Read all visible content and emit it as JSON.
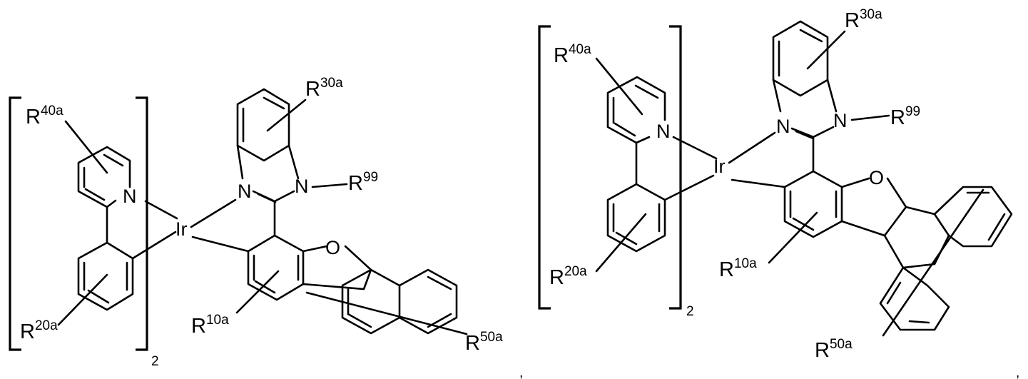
{
  "structures": [
    {
      "metal": "Ir",
      "atoms": [
        "N",
        "N",
        "N",
        "O"
      ],
      "substituents": [
        {
          "base": "R",
          "sup": "40a"
        },
        {
          "base": "R",
          "sup": "30a"
        },
        {
          "base": "R",
          "sup": "99"
        },
        {
          "base": "R",
          "sup": "20a"
        },
        {
          "base": "R",
          "sup": "10a"
        },
        {
          "base": "R",
          "sup": "50a"
        }
      ],
      "bracket_subscript": "2",
      "trailing_punct": ","
    },
    {
      "metal": "Ir",
      "atoms": [
        "N",
        "N",
        "N",
        "O"
      ],
      "substituents": [
        {
          "base": "R",
          "sup": "40a"
        },
        {
          "base": "R",
          "sup": "30a"
        },
        {
          "base": "R",
          "sup": "99"
        },
        {
          "base": "R",
          "sup": "20a"
        },
        {
          "base": "R",
          "sup": "10a"
        },
        {
          "base": "R",
          "sup": "50a"
        }
      ],
      "bracket_subscript": "2",
      "trailing_punct": ","
    }
  ]
}
